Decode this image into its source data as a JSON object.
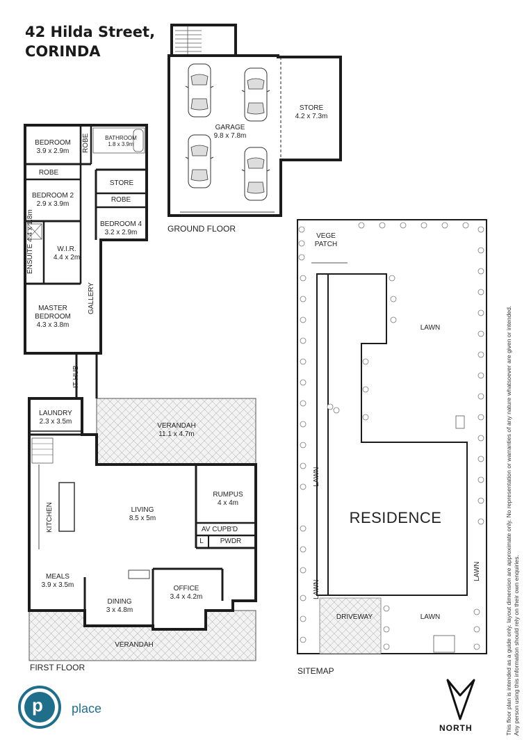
{
  "title": {
    "line1": "42 Hilda Street,",
    "line2": "CORINDA"
  },
  "ground_floor": {
    "caption": "GROUND FLOOR",
    "garage": {
      "name": "GARAGE",
      "dims": "9.8 x 7.8m"
    },
    "store": {
      "name": "STORE",
      "dims": "4.2 x 7.3m"
    }
  },
  "first_floor": {
    "caption": "FIRST FLOOR",
    "bedroom": {
      "name": "BEDROOM",
      "dims": "3.9 x 2.9m"
    },
    "robe_v": "ROBE",
    "bathroom": {
      "name": "BATHROOM",
      "dims": "1.8 x 3.9m"
    },
    "robe1": "ROBE",
    "bedroom2": {
      "name": "BEDROOM 2",
      "dims": "2.9 x 3.9m"
    },
    "store": "STORE",
    "robe2": "ROBE",
    "bedroom4": {
      "name": "BEDROOM 4",
      "dims": "3.2 x 2.9m"
    },
    "ensuite": {
      "name": "ENSUITE",
      "dims": "4.4 x 1.8m"
    },
    "wir": {
      "name": "W.I.R.",
      "dims": "4.4 x 2m"
    },
    "master": {
      "name": "MASTER",
      "name2": "BEDROOM",
      "dims": "4.3 x 3.8m"
    },
    "gallery": "GALLERY",
    "it_hub": "IT HUB",
    "laundry": {
      "name": "LAUNDRY",
      "dims": "2.3 x 3.5m"
    },
    "verandah_top": {
      "name": "VERANDAH",
      "dims": "11.1 x 4.7m"
    },
    "kitchen": "KITCHEN",
    "living": {
      "name": "LIVING",
      "dims": "8.5 x 5m"
    },
    "rumpus": {
      "name": "RUMPUS",
      "dims": "4 x 4m"
    },
    "av_cupbd": "AV CUPB'D",
    "linen": "L",
    "pwdr": "PWDR",
    "meals": {
      "name": "MEALS",
      "dims": "3.9 x 3.5m"
    },
    "dining": {
      "name": "DINING",
      "dims": "3 x 4.8m"
    },
    "office": {
      "name": "OFFICE",
      "dims": "3.4 x 4.2m"
    },
    "verandah_bottom": "VERANDAH"
  },
  "sitemap": {
    "caption": "SITEMAP",
    "vege_patch": {
      "line1": "VEGE",
      "line2": "PATCH"
    },
    "lawn_top": "LAWN",
    "residence": "RESIDENCE",
    "lawn_left_upper": "LAWN",
    "lawn_left_lower": "LAWN",
    "lawn_right": "LAWN",
    "driveway": "DRIVEWAY",
    "lawn_bottom": "LAWN"
  },
  "disclaimer": "This floor plan is intended as a guide only. layout dimension are approximate only. No representation or warranties of any nature whatsoever are given or intended. Any person using this information should rely on their own enquiries.",
  "logo": {
    "letter": "p",
    "word": "place"
  },
  "north_label": "NORTH",
  "colors": {
    "wall": "#1c1c1c",
    "hatch": "#8a8a8a",
    "logo": "#1f6f8b",
    "tree": "#7a7a7a"
  }
}
